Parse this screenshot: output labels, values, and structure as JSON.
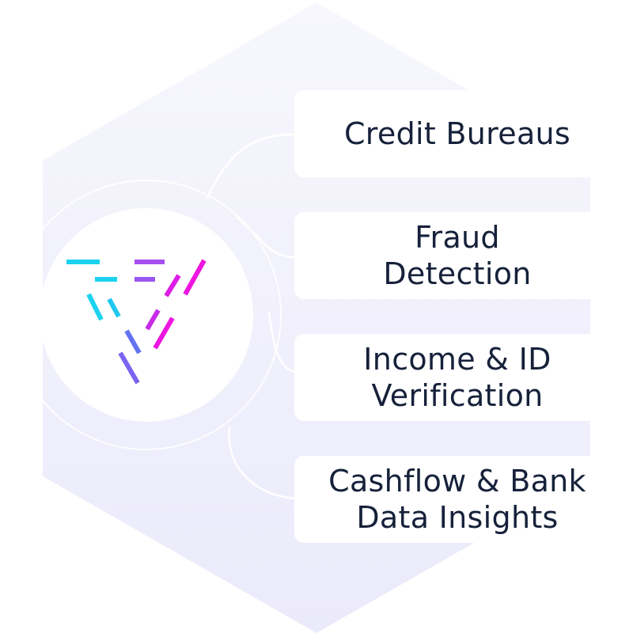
{
  "diagram": {
    "logo_icon": "dashed-triangle-logo-icon",
    "hub_shape": "hexagon",
    "items": [
      {
        "label": "Credit Bureaus"
      },
      {
        "label": "Fraud\nDetection"
      },
      {
        "label": "Income & ID\nVerification"
      },
      {
        "label": "Cashflow & Bank\nData Insights"
      }
    ]
  },
  "colors": {
    "hexagon_top": "#f6f6fd",
    "hexagon_bottom": "#ecebfb",
    "card_bg": "#ffffff",
    "text": "#16213a",
    "logo_cyan": "#1bd3ee",
    "logo_purple": "#9a56f0",
    "logo_magenta": "#ee15e0",
    "connector": "#ffffff"
  }
}
